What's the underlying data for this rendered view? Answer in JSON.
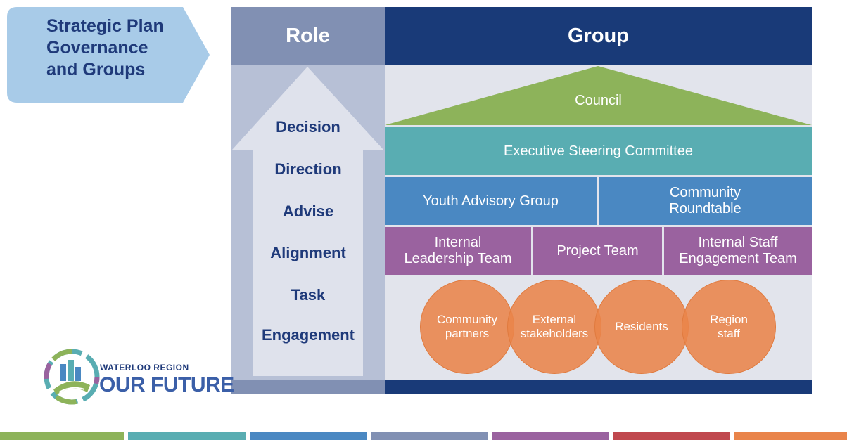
{
  "title": {
    "line1": "Strategic Plan",
    "line2": "Governance",
    "line3": "and Groups"
  },
  "role": {
    "header": "Role",
    "levels": [
      "Decision",
      "Direction",
      "Advise",
      "Alignment",
      "Task",
      "Engagement"
    ]
  },
  "group": {
    "header": "Group",
    "council": "Council",
    "executive": "Executive Steering Committee",
    "youth": "Youth Advisory Group",
    "roundtable": [
      "Community",
      "Roundtable"
    ],
    "internal_leadership": [
      "Internal",
      "Leadership Team"
    ],
    "project": "Project Team",
    "internal_staff": [
      "Internal Staff",
      "Engagement Team"
    ],
    "circles": [
      [
        "Community",
        "partners"
      ],
      [
        "External",
        "stakeholders"
      ],
      [
        "Residents",
        ""
      ],
      [
        "Region",
        "staff"
      ]
    ]
  },
  "logo": {
    "top": "WATERLOO REGION",
    "bottom": "OUR FUTURE"
  },
  "colors": {
    "navy": "#193a78",
    "role_gray": "#8190b3",
    "green": "#8db35a",
    "teal": "#59adb2",
    "blue": "#4a88c2",
    "purple": "#9a629f",
    "orange": "#e9844a",
    "bottom_bars": [
      "#8db35a",
      "#59adb2",
      "#4a88c2",
      "#8190b3",
      "#9a629f",
      "#c0484e",
      "#e9844a"
    ]
  }
}
